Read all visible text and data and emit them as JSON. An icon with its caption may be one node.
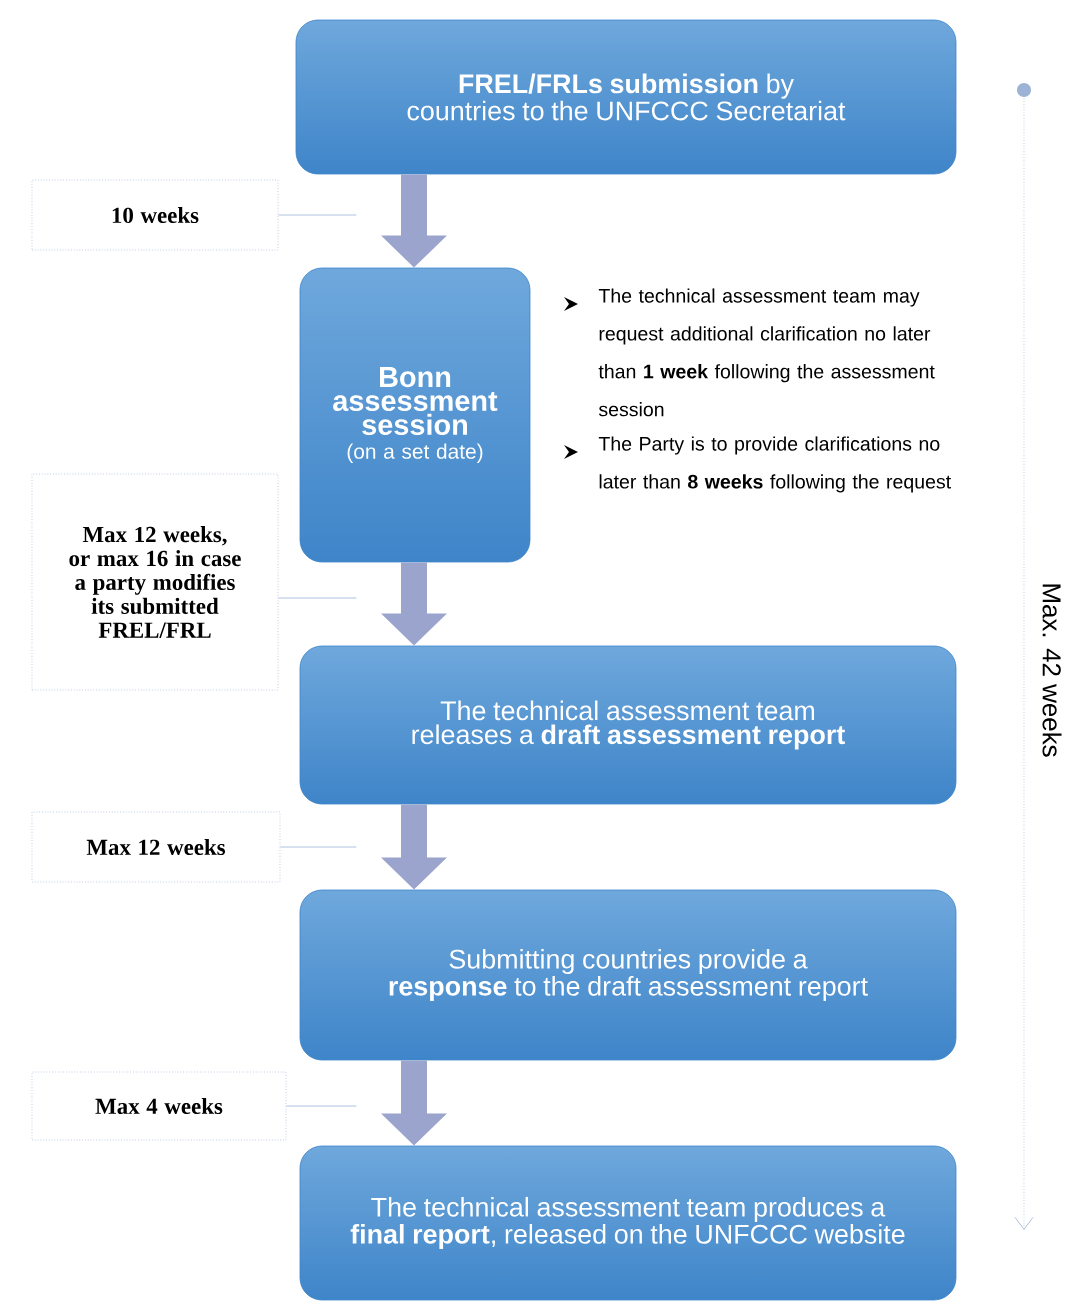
{
  "diagram": {
    "nodes": [
      {
        "text": [
          "**FREL/FRLs submission** by countries to the UNFCCC Secretariat"
        ]
      },
      {
        "text": [
          "10 weeks"
        ]
      },
      {
        "text": [
          "Bonn assessment session",
          "(on a set date)"
        ]
      },
      {
        "text": [
          "Max 12 weeks, or max 16 in case a party modifies its submitted FREL/FRL"
        ]
      },
      {
        "text": [
          "The technical assessment team releases a **draft assessment report**"
        ]
      },
      {
        "text": [
          "Max 12 weeks"
        ]
      },
      {
        "text": [
          "Submitting countries provide a **response** to the draft assessment report"
        ]
      },
      {
        "text": [
          "Max 4 weeks"
        ]
      },
      {
        "text": [
          "The technical assessment team produces a **final report**, released on the UNFCCC website"
        ]
      }
    ],
    "edges": [
      {
        "from": 0,
        "to": 2,
        "arrow": "to",
        "style": "thick"
      },
      {
        "from": 2,
        "to": 4,
        "arrow": "to",
        "style": "thick"
      },
      {
        "from": 4,
        "to": 6,
        "arrow": "to",
        "style": "thick"
      },
      {
        "from": 6,
        "to": 8,
        "arrow": "to",
        "style": "thick"
      },
      {
        "from": 1,
        "to": null,
        "arrow": "none"
      },
      {
        "from": 3,
        "to": null,
        "arrow": "none"
      },
      {
        "from": 5,
        "to": null,
        "arrow": "none"
      },
      {
        "from": 7,
        "to": null,
        "arrow": "none"
      }
    ],
    "labels": [
      "The technical assessment team may request additional clarification no later than **1 week** following the assessment session",
      "The Party is to provide clarifications no later than **8 weeks** following the request",
      "Max. 42 weeks"
    ]
  }
}
